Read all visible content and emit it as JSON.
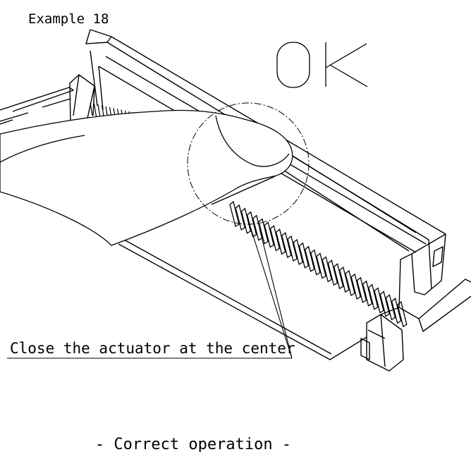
{
  "example_label": "Example 18",
  "verdict": "OK",
  "callout_text": "Close the actuator at the center",
  "caption": "- Correct operation -",
  "colors": {
    "ink": "#000000",
    "paper": "#ffffff"
  }
}
